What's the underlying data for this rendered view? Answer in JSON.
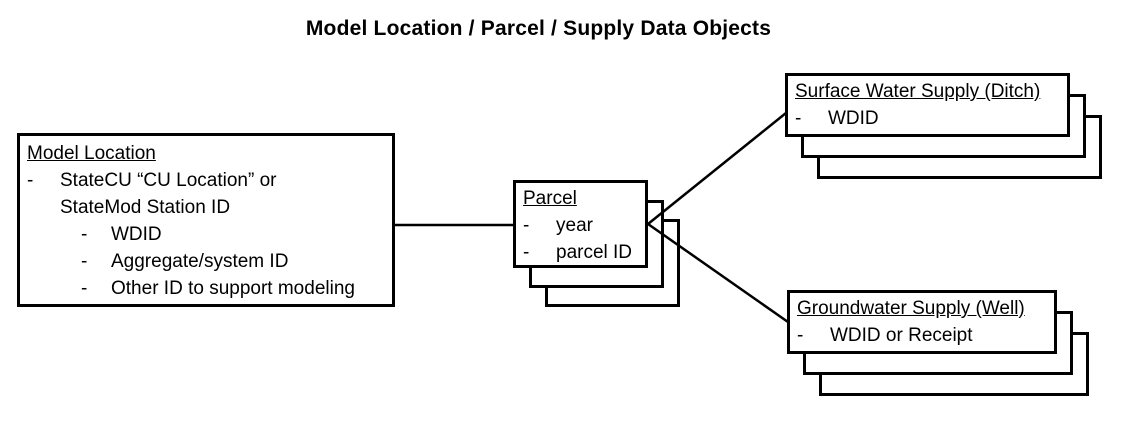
{
  "title": "Model Location / Parcel / Supply Data Objects",
  "colors": {
    "ink": "#000000",
    "background": "#ffffff"
  },
  "boxes": {
    "model_location": {
      "title": "Model Location",
      "items": [
        {
          "bullet": "-",
          "text": "StateCU “CU Location” or"
        },
        {
          "bullet": "",
          "text": "StateMod Station ID"
        },
        {
          "bullet": "-",
          "text": "WDID"
        },
        {
          "bullet": "-",
          "text": "Aggregate/system ID"
        },
        {
          "bullet": "-",
          "text": "Other ID to support modeling"
        }
      ]
    },
    "parcel": {
      "title": "Parcel",
      "items": [
        {
          "bullet": "-",
          "text": "year"
        },
        {
          "bullet": "-",
          "text": "parcel ID"
        }
      ]
    },
    "surface_water_supply": {
      "title": "Surface Water Supply (Ditch)",
      "items": [
        {
          "bullet": "-",
          "text": "WDID"
        }
      ]
    },
    "groundwater_supply": {
      "title": "Groundwater Supply (Well)",
      "items": [
        {
          "bullet": "-",
          "text": "WDID or Receipt"
        }
      ]
    }
  }
}
